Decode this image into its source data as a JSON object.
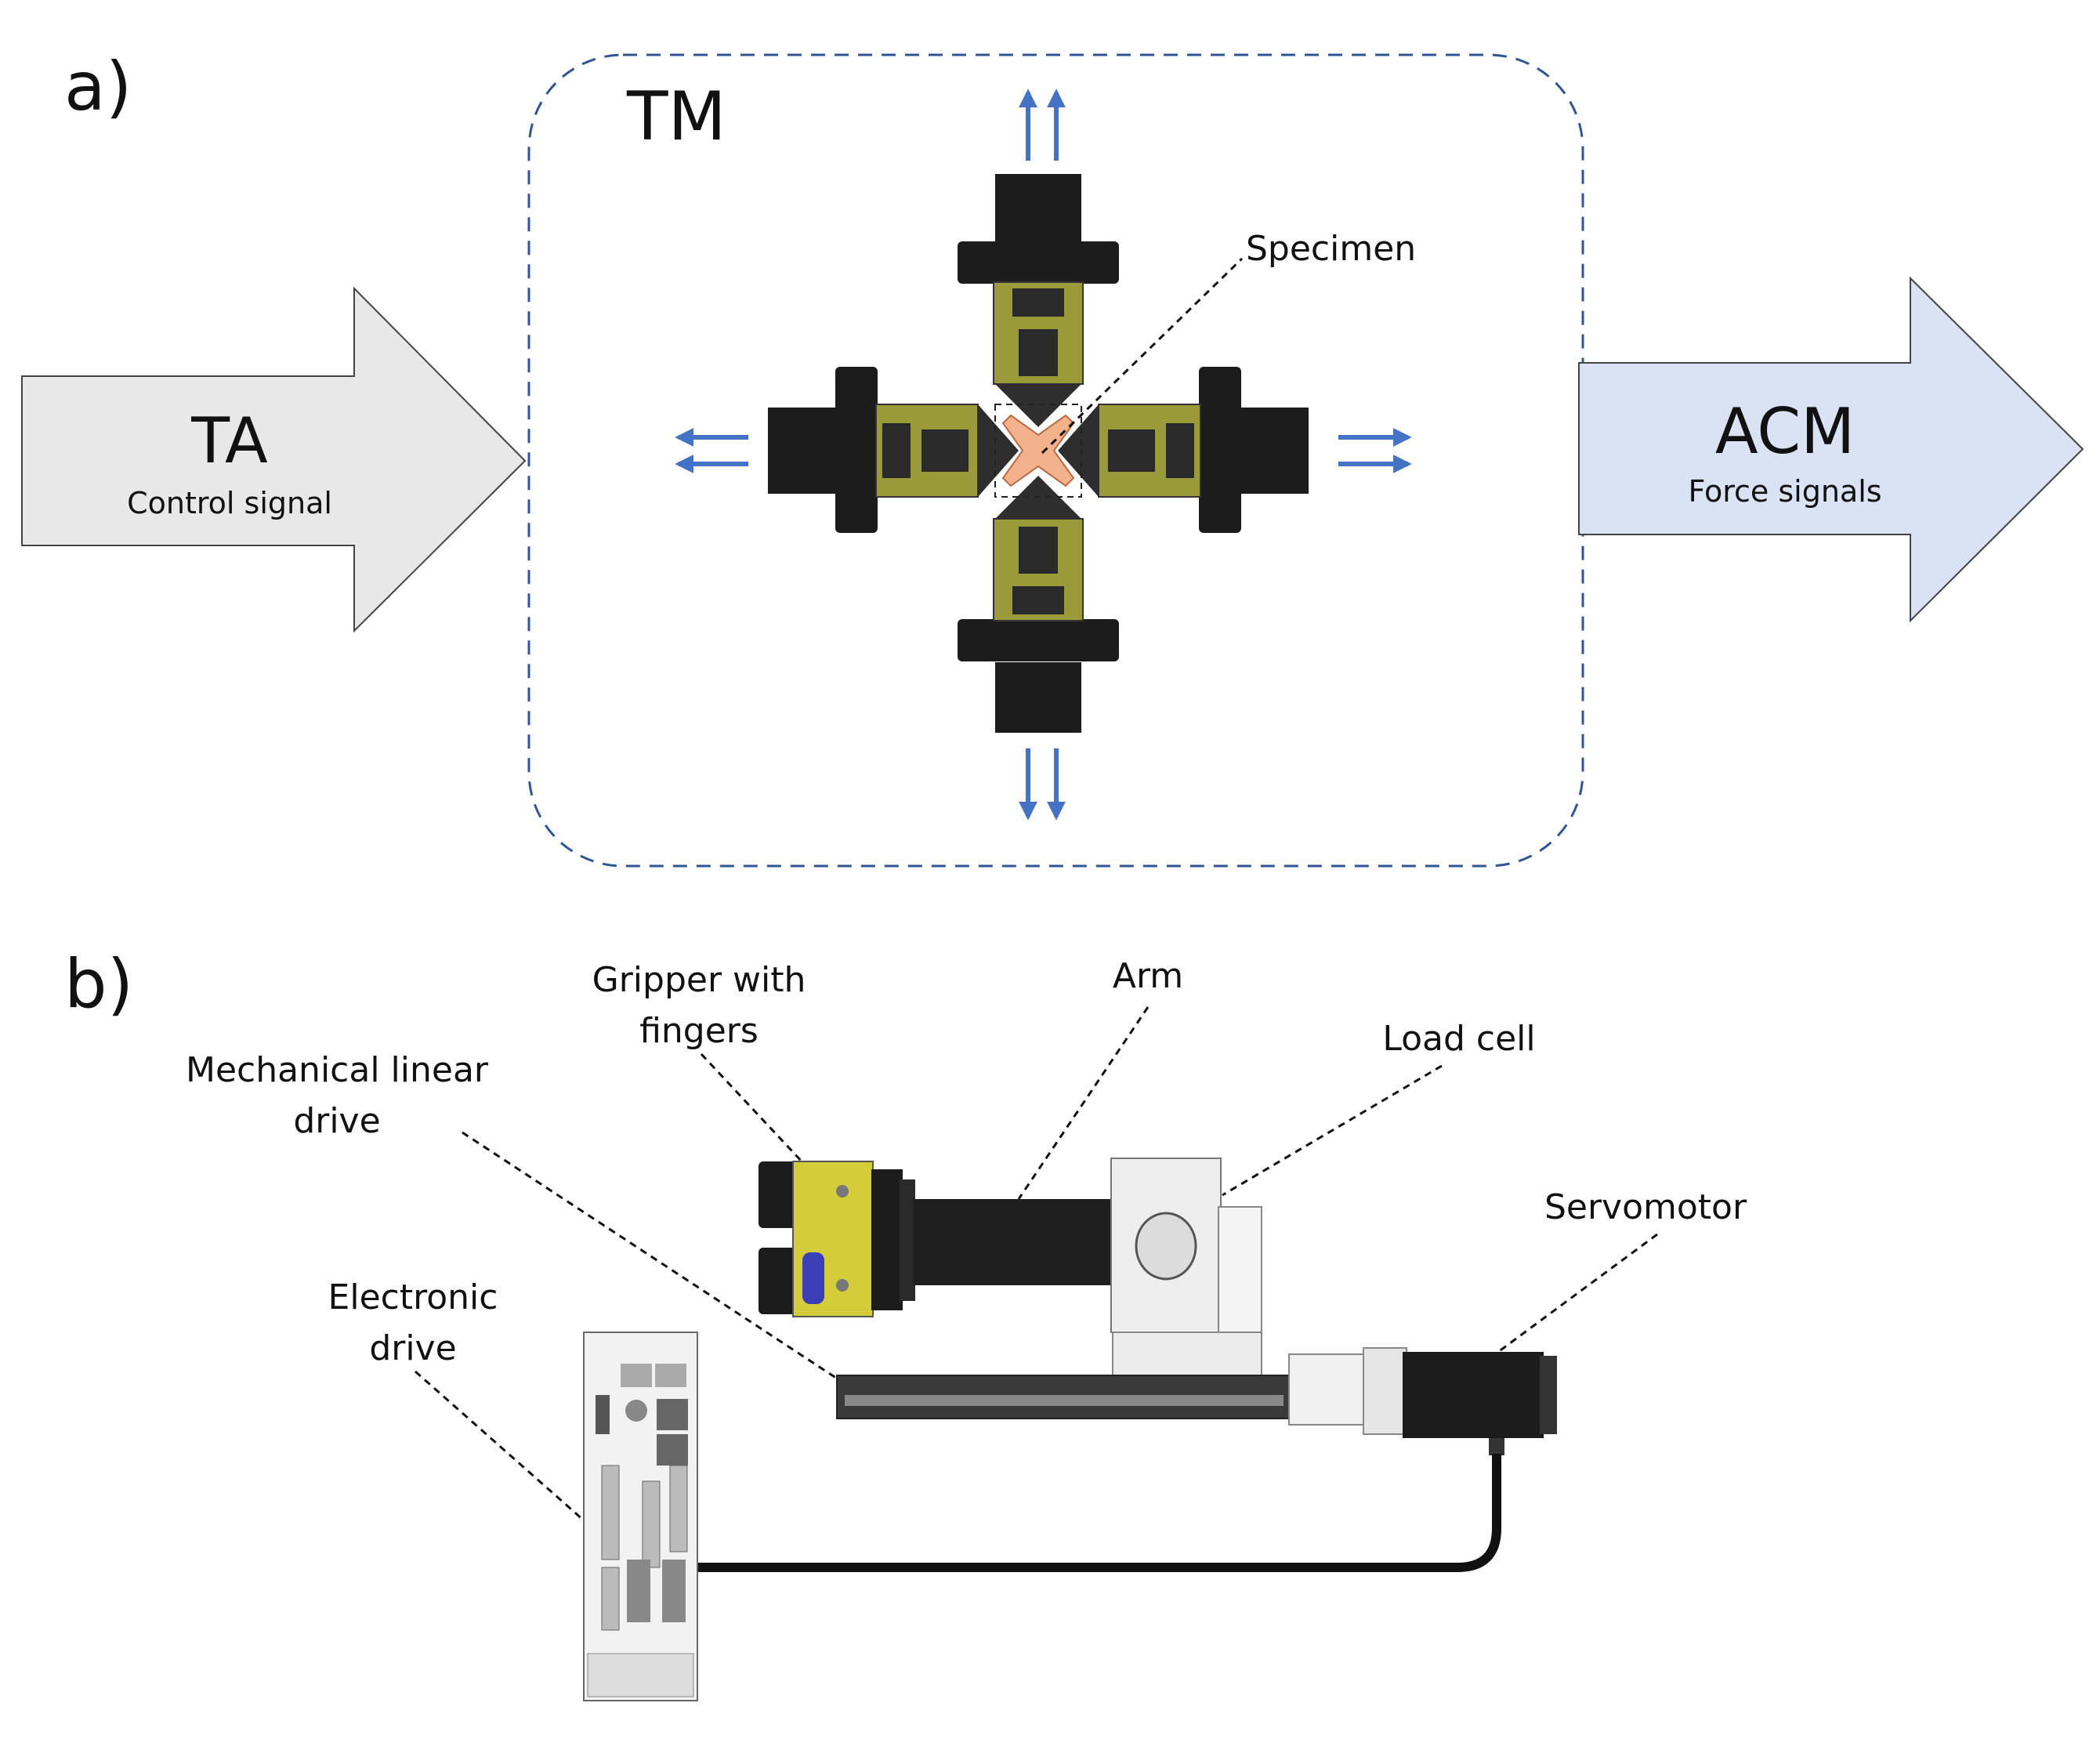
{
  "panel_a": {
    "letter": "a)",
    "tm_label": "TM",
    "specimen_label": "Specimen",
    "input_arrow": {
      "title": "TA",
      "subtitle": "Control signal",
      "fill": "#e8e8e8"
    },
    "output_arrow": {
      "title": "ACM",
      "subtitle": "Force signals",
      "fill": "#d9e3f3"
    },
    "boundary_color": "#2f5597",
    "load_arrow_color": "#4472c4",
    "specimen_color": "#f4b28c"
  },
  "panel_b": {
    "letter": "b)",
    "labels": {
      "gripper_line1": "Gripper with",
      "gripper_line2": "fingers",
      "arm": "Arm",
      "load_cell": "Load cell",
      "linear_drive_line1": "Mechanical linear",
      "linear_drive_line2": "drive",
      "servomotor": "Servomotor",
      "electronic_drive_line1": "Electronic",
      "electronic_drive_line2": "drive"
    }
  }
}
